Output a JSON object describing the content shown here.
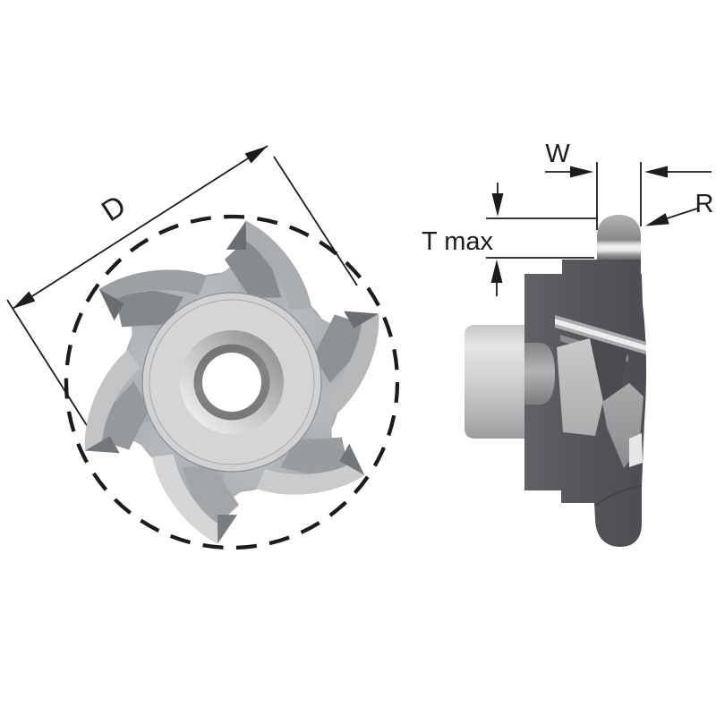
{
  "figure": {
    "type": "technical-illustration",
    "subject": "slot-milling-cutter-two-views",
    "labels": {
      "diameter": "D",
      "width": "W",
      "depth_max": "T max",
      "corner_radius": "R"
    },
    "colors": {
      "background": "#ffffff",
      "annotation": "#1c1c1c",
      "steel_light": "#d2d3d4",
      "steel_mid": "#a8abad",
      "steel_dark": "#57555a"
    }
  }
}
